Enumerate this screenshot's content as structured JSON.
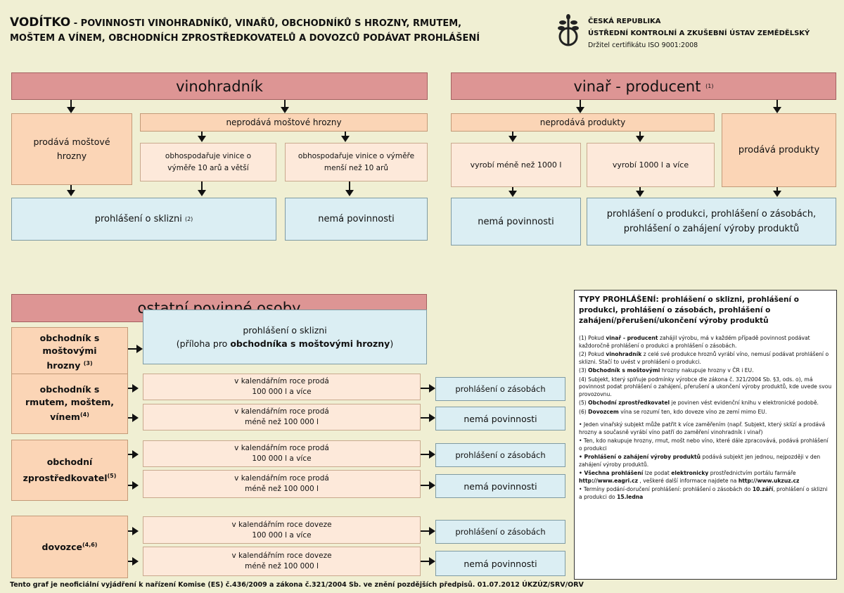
{
  "header": {
    "title_bold": "VODÍTKO",
    "title_rest_1": " - POVINNOSTI VINOHRADNÍKŮ, VINAŘŮ, OBCHODNÍKŮ S HROZNY, RMUTEM,",
    "title_line_2": "MOŠTEM A VÍNEM, OBCHODNÍCH ZPROSTŘEDKOVATELŮ A DOVOZCŮ PODÁVAT PROHLÁŠENÍ",
    "org_country": "ČESKÁ REPUBLIKA",
    "org_name": "ÚSTŘEDNÍ KONTROLNÍ A ZKUŠEBNÍ ÚSTAV ZEMĚDĚLSKÝ",
    "org_cert": "Držitel certifikátu ISO 9001:2008"
  },
  "vinohradnik": {
    "title": "vinohradník",
    "sells": "prodává moštové hrozny",
    "not_sells": "neprodává moštové hrozny",
    "over10": "obhospodařuje vinice o výměře 10 arů a větší",
    "under10": "obhospodařuje vinice o výměře menší než 10 arů",
    "harvest": "prohlášení o sklizni",
    "harvest_sup": "(2)",
    "none": "nemá povinnosti"
  },
  "vinar": {
    "title": "vinař - producent",
    "title_sup": "(1)",
    "not_sells": "neprodává produkty",
    "sells": "prodává produkty",
    "less1000": "vyrobí méně než 1000 l",
    "more1000": "vyrobí 1000 l a více",
    "none": "nemá povinnosti",
    "declarations": "prohlášení o produkci, prohlášení o zásobách, prohlášení o zahájení výroby produktů"
  },
  "ostatni": {
    "title": "ostatní povinné osoby",
    "grape_trader": "obchodník s moštovými hrozny",
    "grape_trader_sup": "(3)",
    "harvest_line1": "prohlášení o sklizni",
    "harvest_line2_pre": "(příloha pro ",
    "harvest_line2_bold": "obchodníka s moštovými hrozny",
    "harvest_line2_post": ")",
    "must_trader": "obchodník s rmutem, moštem, vínem",
    "must_trader_sup": "(4)",
    "broker": "obchodní zprostředkovatel",
    "broker_sup": "(5)",
    "importer": "dovozce",
    "importer_sup": "(4,6)",
    "sells_more_l1": "v kalendářním roce prodá",
    "sells_more_l2": "100 000 l a více",
    "sells_less_l1": "v kalendářním roce prodá",
    "sells_less_l2": "méně než 100 000 l",
    "imports_more_l1": "v kalendářním roce doveze",
    "imports_more_l2": "100 000 l a více",
    "imports_less_l1": "v kalendářním roce doveze",
    "imports_less_l2": "méně než 100 000 l",
    "stock": "prohlášení o zásobách",
    "none": "nemá povinnosti"
  },
  "types": {
    "heading": "TYPY PROHLÁŠENÍ: prohlášení o sklizni, prohlášení o produkci, prohlášení o zásobách, prohlášení o zahájení/přerušení/ukončení výroby produktů",
    "n1_pre": "(1) Pokud ",
    "n1_bold": "vinař - producent",
    "n1_post": " zahájil výrobu, má v každém případě povinnost podávat každoročně prohlášení o produkci a prohlášení o zásobách.",
    "n2_pre": "(2) Pokud ",
    "n2_bold": "vinohradník",
    "n2_post": " z celé své produkce hroznů vyrábí víno, nemusí podávat prohlášení o sklizni. Stačí to uvést v prohlášení o produkci.",
    "n3_pre": "(3) ",
    "n3_bold": "Obchodník s moštovými",
    "n3_post": " hrozny nakupuje hrozny v ČR i EU.",
    "n4": "(4) Subjekt, který splňuje podmínky výrobce dle zákona č. 321/2004 Sb. §3, ods. o), má povinnost podat prohlášení o zahájení, přerušení a ukončení výroby produktů, kde uvede svou provozovnu.",
    "n5_pre": "(5) ",
    "n5_bold": "Obchodní zprostředkovatel",
    "n5_post": " je povinen vést evidenční knihu v elektronické podobě.",
    "n6_pre": "(6) ",
    "n6_bold": "Dovozcem",
    "n6_post": " vína se rozumí ten, kdo doveze víno ze zemí mimo EU.",
    "b1": "• Jeden vinařský subjekt může patřit k více zaměřením (např. Subjekt, který sklízí a prodává hrozny a současně vyrábí víno patří do zaměření vinohradník i vinař)",
    "b2": "• Ten, kdo nakupuje hrozny, rmut, mošt nebo víno, které dále zpracovává, podává prohlášení o produkci",
    "b3_bold": "• Prohlášení o zahájení výroby produktů",
    "b3_post": " podává subjekt jen jednou, nejpozději v den zahájení výroby produktů.",
    "b4_bold": "• Všechna prohlášení",
    "b4_mid": " lze podat ",
    "b4_bold2": "elektronicky",
    "b4_post": " prostřednictvím portálu farmáře",
    "b4_url1": "http://www.eagri.cz",
    "b4_mid2": " , veškeré další informace najdete na",
    "b4_url2": "http://www.ukzuz.cz",
    "b5_pre": "• Termíny podání-doručení prohlášení: prohlášení o zásobách do ",
    "b5_bold": "10.září",
    "b5_mid": ", prohlášení o sklizni a produkci do ",
    "b5_bold2": "15.ledna"
  },
  "footer": "Tento graf je neoficiální vyjádření k nařízení Komise (ES) č.436/2009 a zákona č.321/2004 Sb. ve znění pozdějších předpisů. 01.07.2012 ÚKZÚZ/SRV/ORV",
  "colors": {
    "background": "#f0efd3",
    "title_box": "#dd9594",
    "condition_box": "#fbd5b6",
    "light_condition_box": "#fde9da",
    "result_box": "#dbeef3"
  }
}
